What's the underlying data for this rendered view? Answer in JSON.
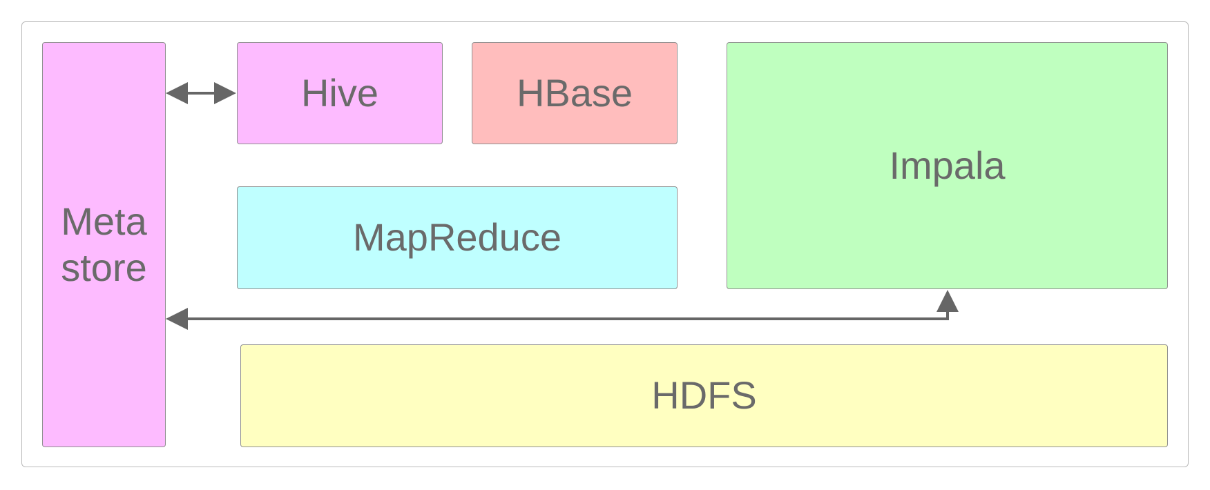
{
  "diagram": {
    "blocks": {
      "metastore": {
        "label": "Meta\nstore",
        "color": "#fdbbff"
      },
      "hive": {
        "label": "Hive",
        "color": "#fdbbff"
      },
      "hbase": {
        "label": "HBase",
        "color": "#ffbdbd"
      },
      "impala": {
        "label": "Impala",
        "color": "#bfffbf"
      },
      "mapreduce": {
        "label": "MapReduce",
        "color": "#bfffff"
      },
      "hdfs": {
        "label": "HDFS",
        "color": "#ffffc1"
      }
    },
    "connectors": {
      "metastore_hive": "bidirectional",
      "metastore_impala": "bidirectional"
    },
    "colors": {
      "text": "#6a6a6a",
      "connector": "#666666",
      "border": "#8f8f8f"
    }
  }
}
